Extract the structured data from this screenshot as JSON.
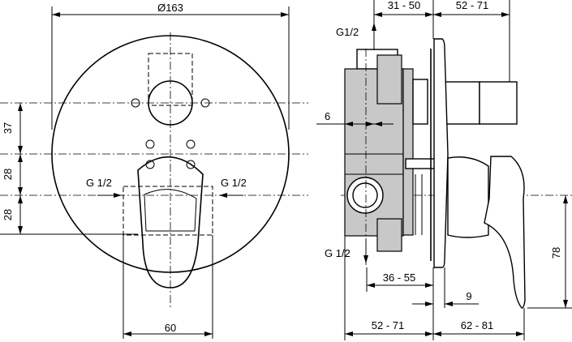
{
  "front_view": {
    "diameter_label": "Ø163",
    "dim_upper": "37",
    "dim_middle": "28",
    "dim_lower": "28",
    "inlet_left_label": "G 1/2",
    "inlet_right_label": "G 1/2",
    "lever_width_label": "60"
  },
  "side_view": {
    "top_left_range": "31 - 50",
    "top_right_range": "52 - 71",
    "outlet_top_label": "G1/2",
    "offset_label": "6",
    "outlet_bottom_label": "G 1/2",
    "depth_min_range": "36 - 55",
    "plate_label": "9",
    "lever_height_label": "78",
    "bottom_left_range": "52 - 71",
    "bottom_right_range": "62 - 81"
  }
}
